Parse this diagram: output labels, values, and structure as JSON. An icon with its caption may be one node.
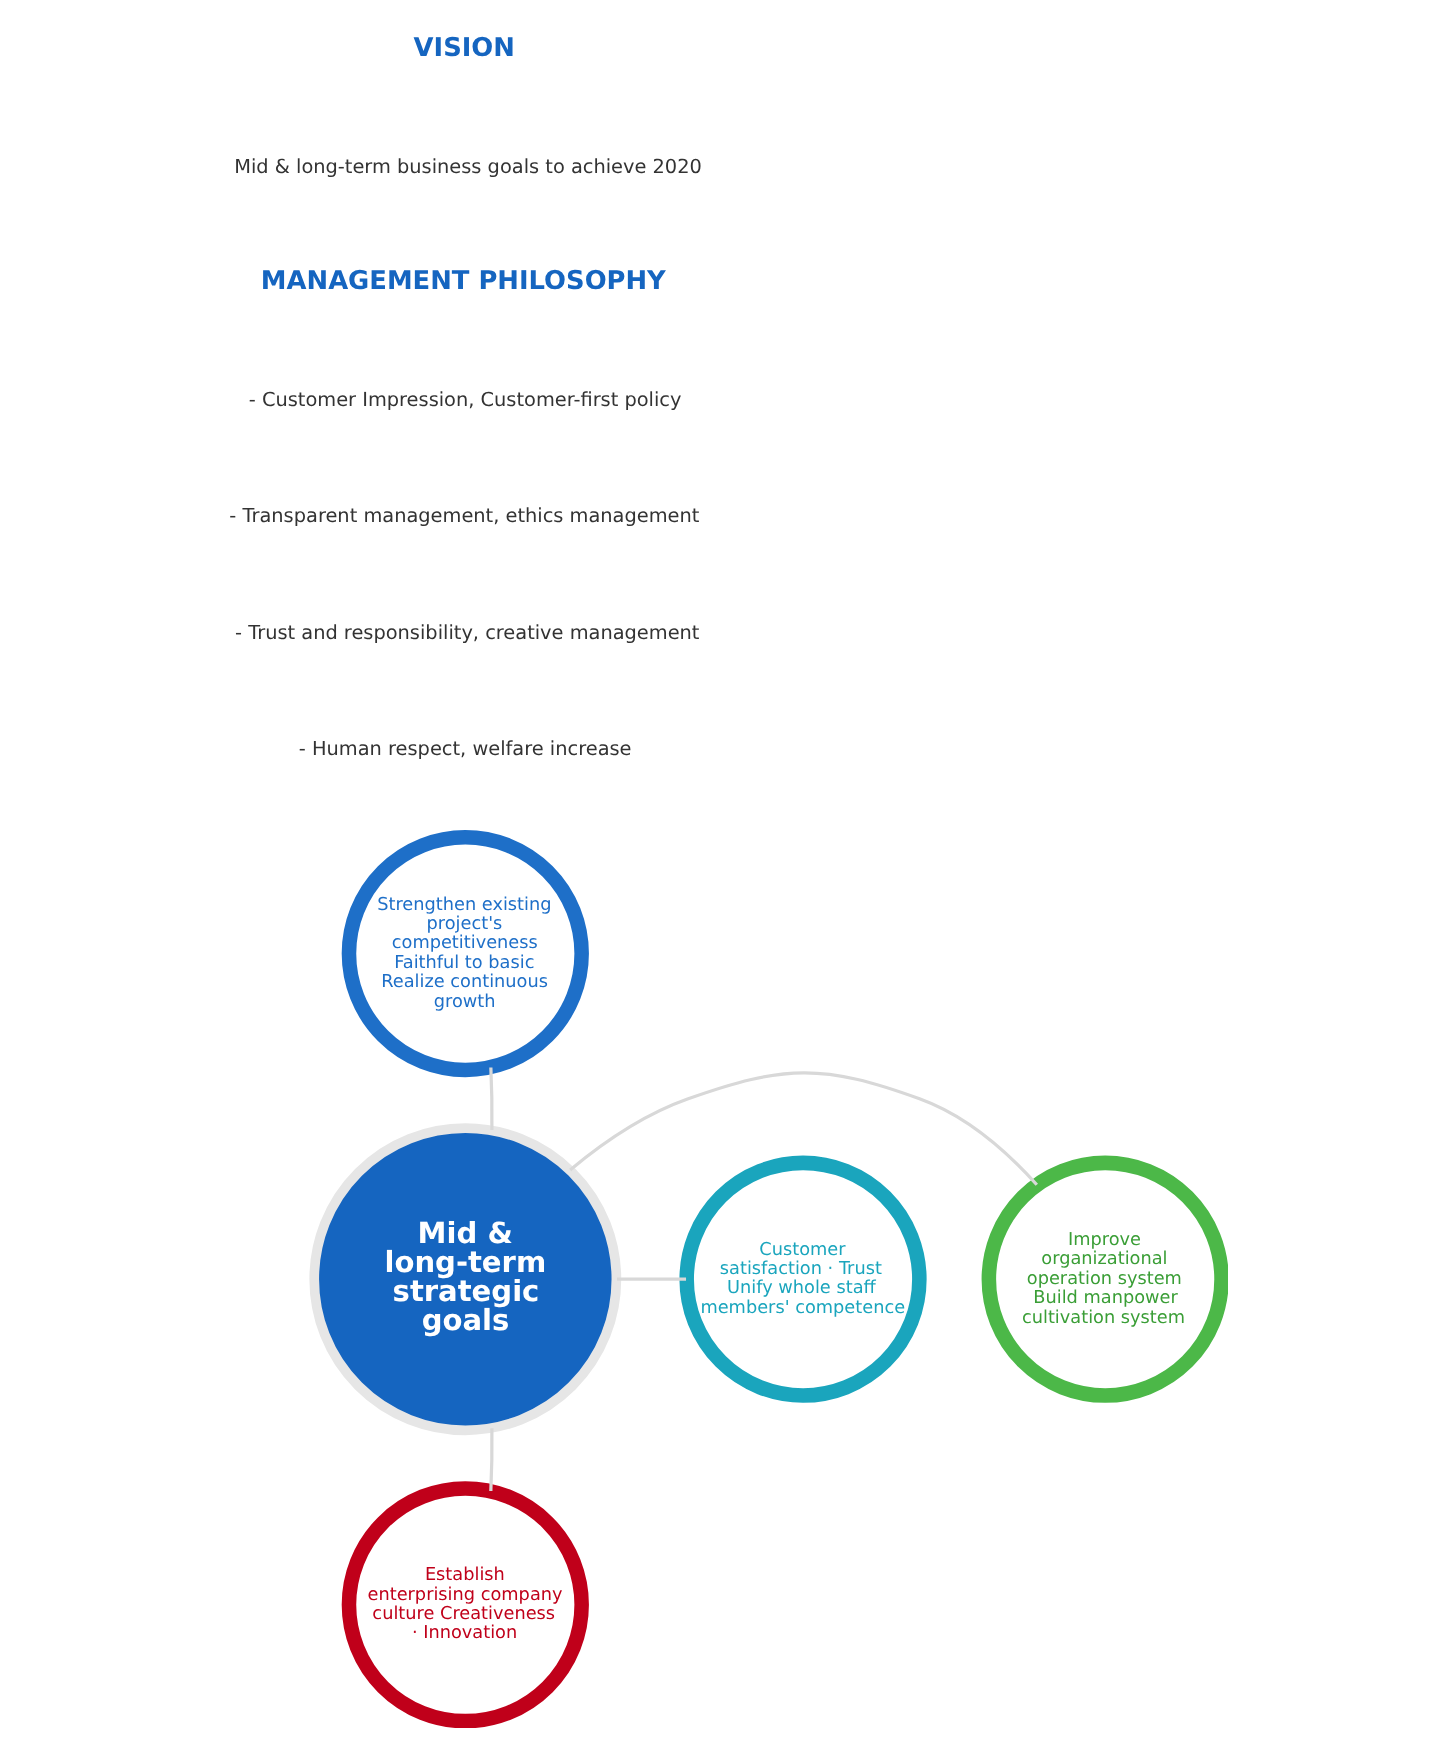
{
  "diagram": {
    "nodes": [
      {
        "text": [
          "Strengthen existing project's competitiveness Faithful to basic Realize continuous growth"
        ]
      },
      {
        "text": [
          "Customer satisfaction · Trust Unify whole staff members' competence"
        ]
      },
      {
        "text": [
          "Mid & long-term strategic goals"
        ]
      },
      {
        "text": [
          "Improve organizational operation system Build manpower cultivation system"
        ]
      },
      {
        "text": [
          "Establish enterprising company culture Creativeness · Innovation"
        ]
      }
    ],
    "edges": [
      {
        "from": 2,
        "to": 0,
        "arrow": "none"
      },
      {
        "from": 2,
        "to": 1,
        "arrow": "none"
      },
      {
        "from": 2,
        "to": 3,
        "arrow": "none"
      },
      {
        "from": 2,
        "to": 4,
        "arrow": "none"
      }
    ],
    "labels": [
      "VISION",
      "Mid & long-term business goals to achieve 2020",
      "MANAGEMENT PHILOSOPHY",
      "- Customer Impression, Customer-first policy",
      "- Transparent management, ethics management",
      "- Trust and responsibility, creative management",
      "- Human respect, welfare increase"
    ]
  }
}
